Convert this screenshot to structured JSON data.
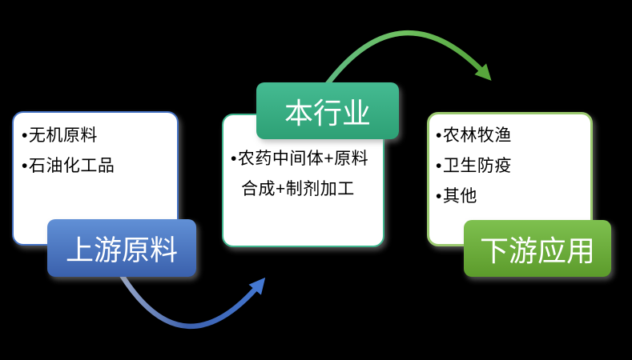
{
  "background_color": "#000000",
  "bullet_char": "•",
  "diagram": {
    "type": "industry-chain-flow",
    "nodes": [
      {
        "id": "upstream",
        "label": "上游原料",
        "items": [
          "无机原料",
          "石油化工品"
        ],
        "accent_color": "#4472c4",
        "label_gradient": [
          "#6190d6",
          "#3a60ac"
        ]
      },
      {
        "id": "industry",
        "label": "本行业",
        "items": [
          "农药中间体+原料合成+制剂加工"
        ],
        "accent_color": "#3fb68e",
        "label_gradient": [
          "#45bb92",
          "#2da075"
        ]
      },
      {
        "id": "downstream",
        "label": "下游应用",
        "items": [
          "农林牧渔",
          "卫生防疫",
          "其他"
        ],
        "accent_color": "#9bc96f",
        "label_gradient": [
          "#7ec04f",
          "#5c9b2b"
        ]
      }
    ],
    "arrows": [
      {
        "from": "上游原料",
        "to": "本行业",
        "color": "#3d63b0"
      },
      {
        "from": "本行业",
        "to": "下游应用",
        "color": "#4f9e35"
      }
    ]
  }
}
